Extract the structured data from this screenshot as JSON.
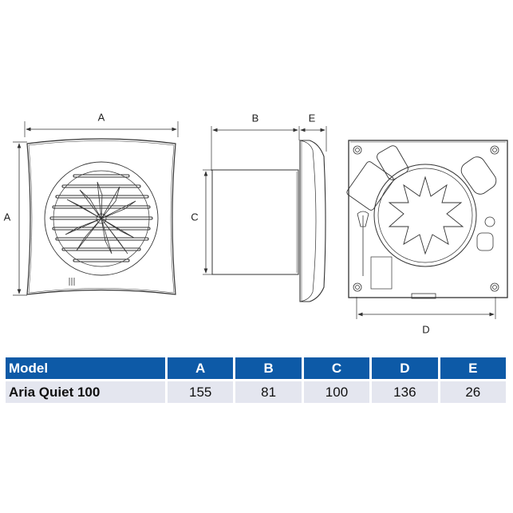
{
  "diagram": {
    "views": [
      {
        "name": "front-view",
        "dimension_labels": [
          "A",
          "A"
        ]
      },
      {
        "name": "side-view",
        "dimension_labels": [
          "B",
          "C",
          "E"
        ]
      },
      {
        "name": "rear-view",
        "dimension_labels": [
          "D"
        ]
      }
    ],
    "labels": {
      "front_width": "A",
      "front_height": "A",
      "side_depth": "B",
      "side_duct": "C",
      "side_cover": "E",
      "rear_mount": "D"
    },
    "line_color": "#333333"
  },
  "table": {
    "header_color": "#0d5aa7",
    "row_color": "#e4e6ef",
    "columns": [
      "Model",
      "A",
      "B",
      "C",
      "D",
      "E"
    ],
    "rows": [
      {
        "model": "Aria Quiet 100",
        "A": "155",
        "B": "81",
        "C": "100",
        "D": "136",
        "E": "26"
      }
    ]
  }
}
